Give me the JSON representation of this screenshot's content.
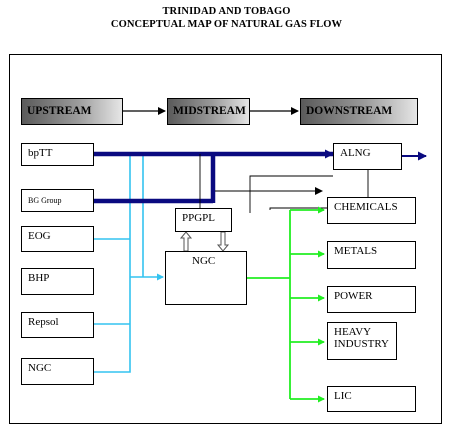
{
  "title": {
    "line1": "TRINIDAD AND TOBAGO",
    "line2": "CONCEPTUAL MAP OF NATURAL GAS FLOW"
  },
  "stages": [
    "UPSTREAM",
    "MIDSTREAM",
    "DOWNSTREAM"
  ],
  "upstream_nodes": [
    "bpTT",
    "BG Group",
    "EOG",
    "BHP",
    "Repsol",
    "NGC"
  ],
  "midstream_nodes": {
    "ppgpl": "PPGPL",
    "ngc": "NGC",
    "alng": "ALNG"
  },
  "downstream_nodes": [
    "CHEMICALS",
    "METALS",
    "POWER",
    "HEAVY INDUSTRY",
    "LIC"
  ],
  "colors": {
    "lng_flow": "#0a0a80",
    "supply_flow": "#33c3f0",
    "distribution_flow": "#22ee22",
    "stage_fill_dark": "#5a5a5a",
    "stage_fill_light": "#e6e6e6"
  }
}
